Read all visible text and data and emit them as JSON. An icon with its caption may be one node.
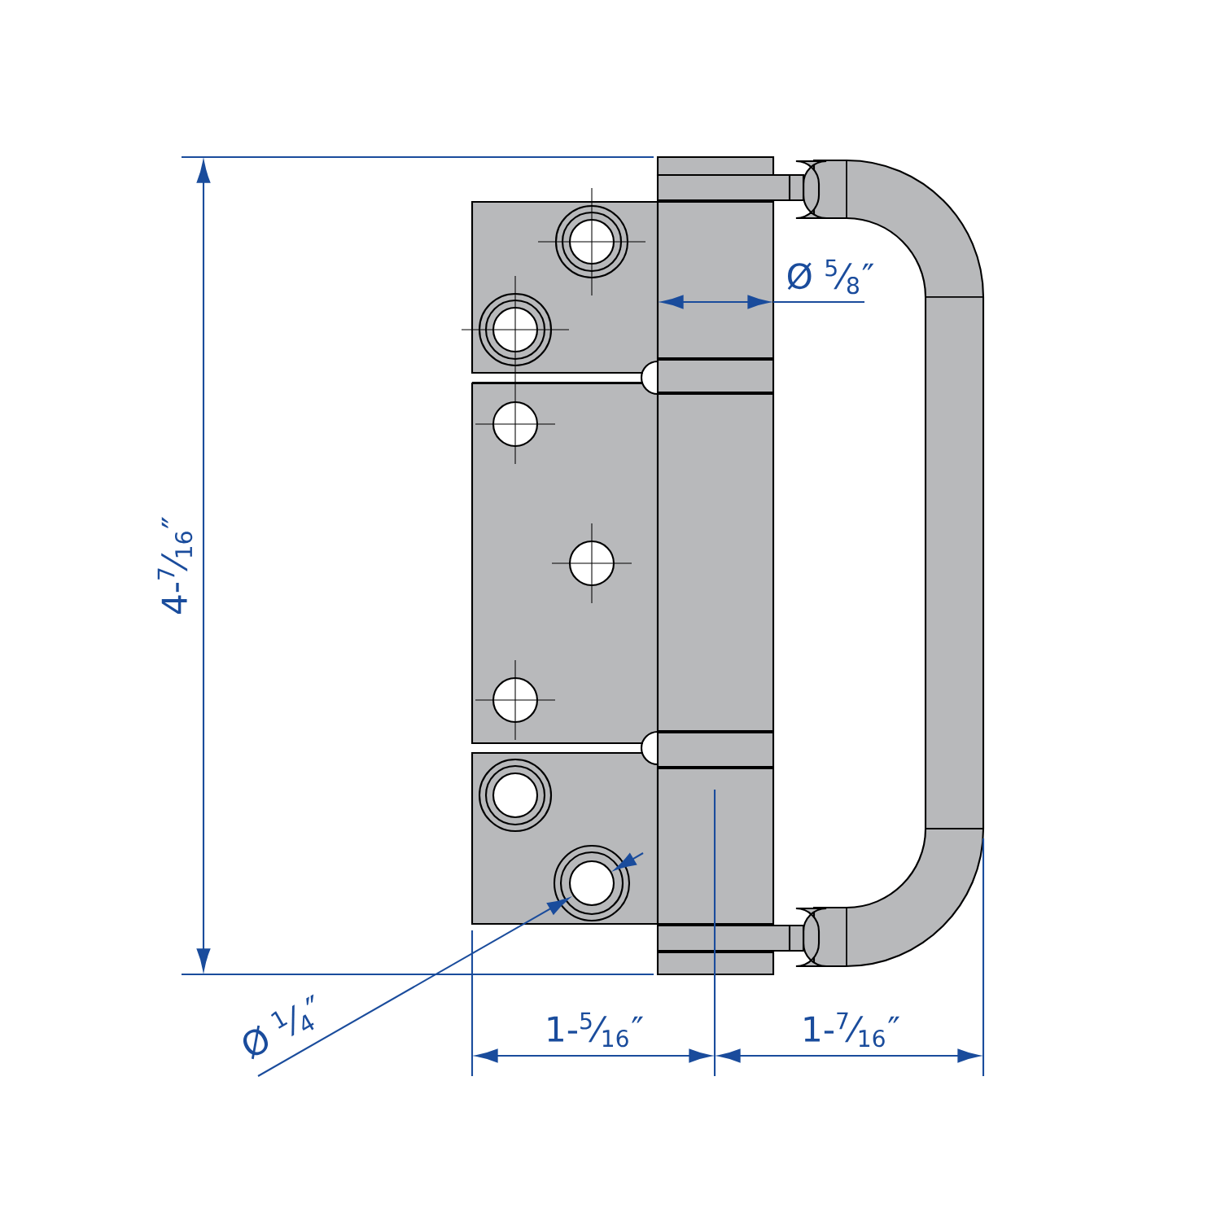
{
  "diagram": {
    "labels": [
      "4-$^{7}$⁄$_{16}$″",
      "Ø $^{5}$⁄$_{8}$″",
      "Ø $^{1}$⁄$_{4}$″",
      "1-$^{5}$⁄$_{16}$″",
      "1-$^{7}$⁄$_{16}$″"
    ]
  }
}
